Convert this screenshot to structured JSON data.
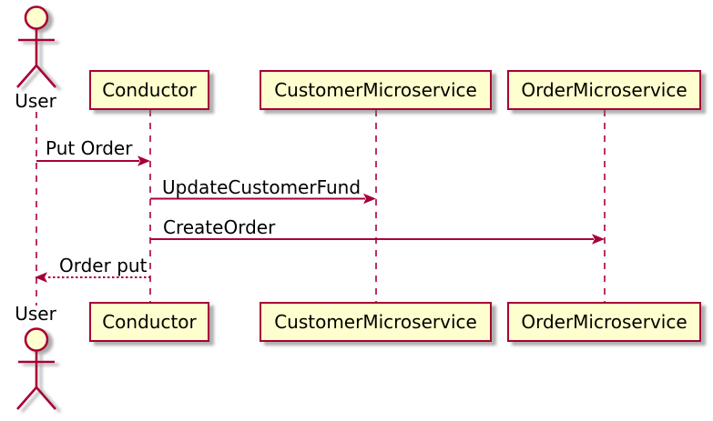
{
  "diagram": {
    "type": "sequence",
    "tool_style": "plantuml",
    "background": "#FFFFFF",
    "colors": {
      "participant_fill": "#FEFECE",
      "participant_border": "#A80036",
      "lifeline": "#A80036",
      "message_line": "#A80036",
      "text": "#000000",
      "shadow": "#8A8A8A"
    },
    "actor": {
      "label": "User",
      "kind": "actor"
    },
    "participants": [
      {
        "label": "Conductor"
      },
      {
        "label": "CustomerMicroservice"
      },
      {
        "label": "OrderMicroservice"
      }
    ],
    "messages": [
      {
        "from": "User",
        "to": "Conductor",
        "label": "Put Order",
        "line": "solid"
      },
      {
        "from": "Conductor",
        "to": "CustomerMicroservice",
        "label": "UpdateCustomerFund",
        "line": "solid"
      },
      {
        "from": "Conductor",
        "to": "OrderMicroservice",
        "label": "CreateOrder",
        "line": "solid"
      },
      {
        "from": "Conductor",
        "to": "User",
        "label": "Order put",
        "line": "dashed"
      }
    ]
  }
}
